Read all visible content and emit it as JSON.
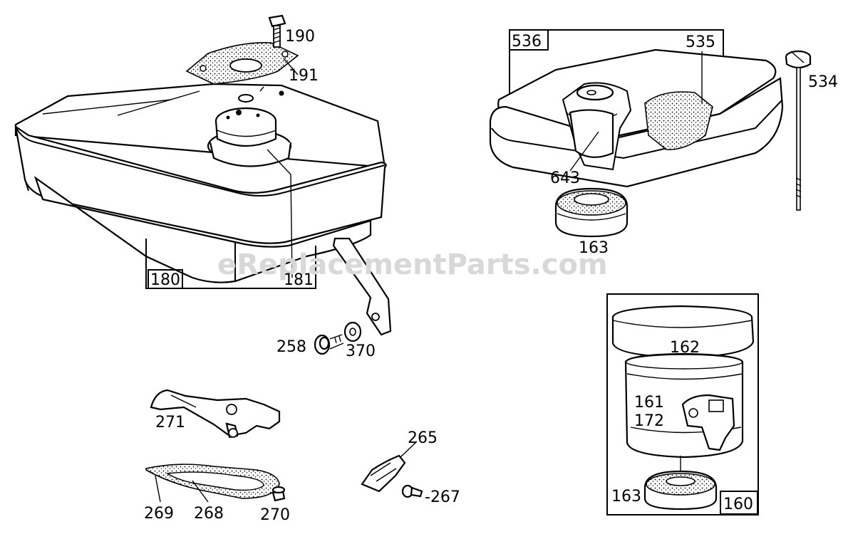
{
  "watermark": "eReplacementParts.com",
  "parts": {
    "p190": "190",
    "p191": "191",
    "p180": "180",
    "p181": "181",
    "p258": "258",
    "p370": "370",
    "p271": "271",
    "p265": "265",
    "p267": "-267",
    "p269": "269",
    "p268": "268",
    "p270": "270",
    "p536": "536",
    "p535": "535",
    "p534": "534",
    "p643": "643",
    "p163a": "163",
    "p162": "162",
    "p161": "161",
    "p172": "172",
    "p163b": "163",
    "p160": "160"
  }
}
